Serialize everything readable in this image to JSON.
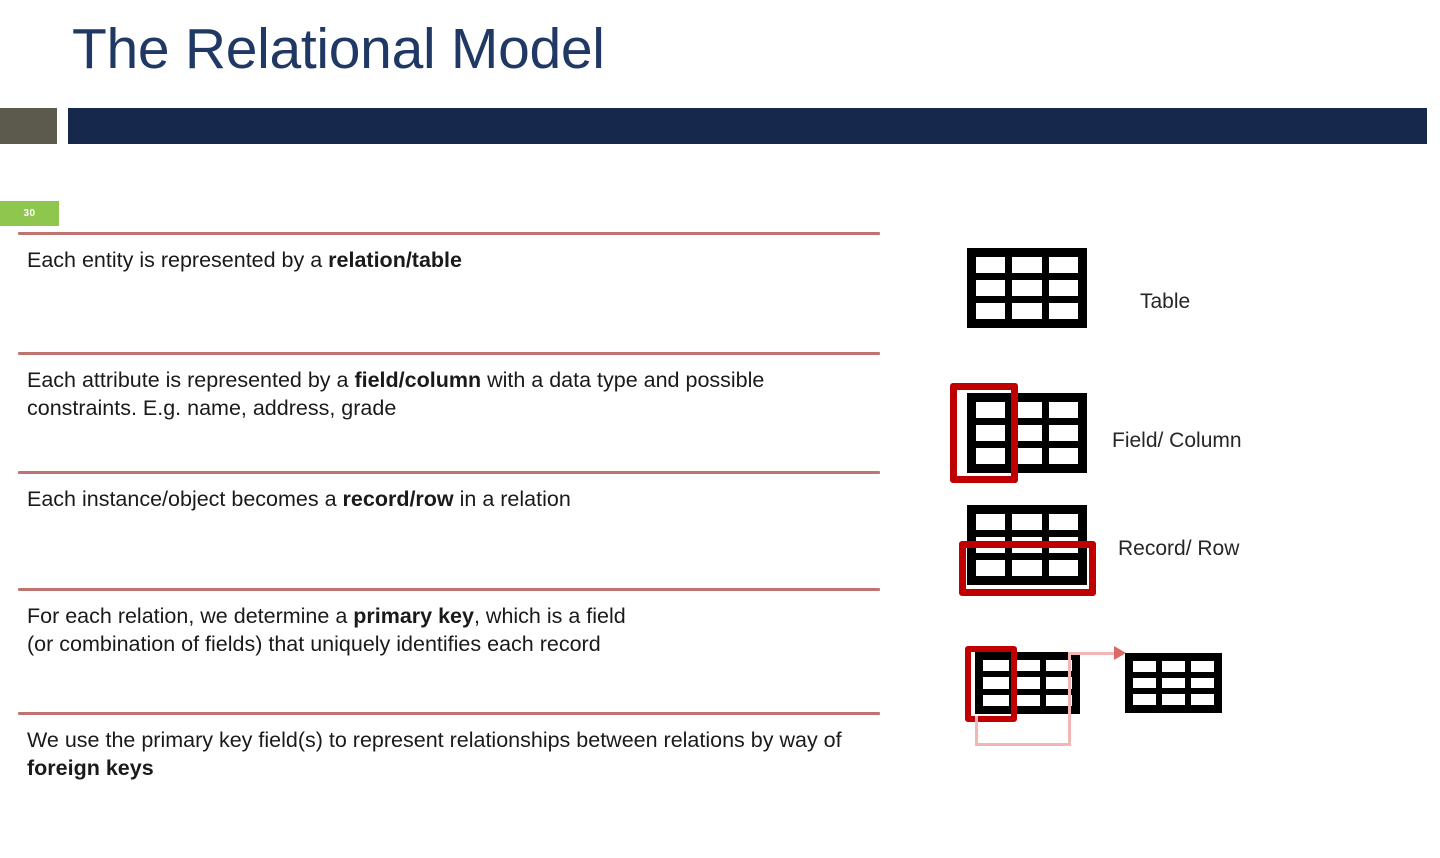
{
  "slide": {
    "title": "The Relational Model",
    "slide_number": "30",
    "accent_colors": {
      "title_navy": "#1f3864",
      "header_bar_navy": "#17284d",
      "header_bar_gray": "#5b5a4c",
      "divider_red": "#c0736f",
      "badge_green": "#8fc64d",
      "highlight_red": "#c00000",
      "connector_pink": "#f2b7b4"
    }
  },
  "bullets": [
    {
      "id": "relation-table",
      "parts": [
        {
          "text": "Each entity is represented by a ",
          "bold": false
        },
        {
          "text": "relation/table",
          "bold": true
        }
      ]
    },
    {
      "id": "field-column",
      "parts": [
        {
          "text": "Each attribute is represented by a ",
          "bold": false
        },
        {
          "text": "field/column",
          "bold": true
        },
        {
          "text": " with a data type and possible constraints. E.g. name, address, grade",
          "bold": false
        }
      ]
    },
    {
      "id": "record-row",
      "parts": [
        {
          "text": "Each instance/object becomes a ",
          "bold": false
        },
        {
          "text": "record/row",
          "bold": true
        },
        {
          "text": " in a relation",
          "bold": false
        }
      ]
    },
    {
      "id": "primary-key",
      "parts": [
        {
          "text": "For each relation, we determine a ",
          "bold": false
        },
        {
          "text": "primary key",
          "bold": true
        },
        {
          "text": ", which is a field\n(or combination of fields) that uniquely identifies each record",
          "bold": false
        }
      ]
    },
    {
      "id": "foreign-keys",
      "parts": [
        {
          "text": "We use the primary key field(s) to represent relationships between relations by way of ",
          "bold": false
        },
        {
          "text": "foreign keys",
          "bold": true
        }
      ]
    }
  ],
  "illustrations": [
    {
      "id": "table",
      "label": "Table"
    },
    {
      "id": "field-column",
      "label": "Field/ Column"
    },
    {
      "id": "record-row",
      "label": "Record/ Row"
    },
    {
      "id": "foreign-key",
      "label": ""
    }
  ]
}
